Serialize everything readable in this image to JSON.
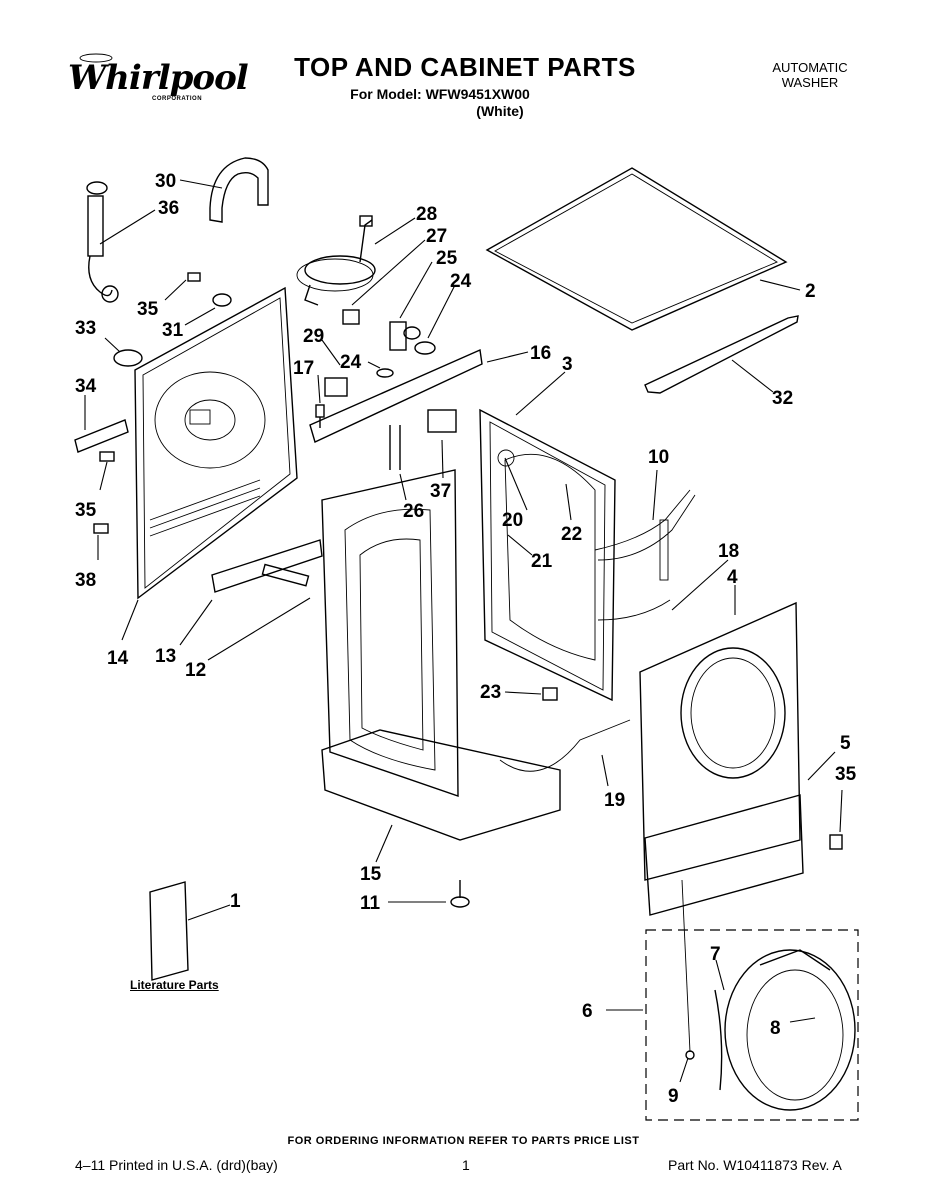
{
  "header": {
    "brand": "Whirlpool",
    "brand_sub": "CORPORATION",
    "title": "TOP AND CABINET PARTS",
    "model_line": "For Model: WFW9451XW00",
    "color_line": "(White)",
    "product_type_line1": "AUTOMATIC",
    "product_type_line2": "WASHER"
  },
  "callouts": [
    "30",
    "36",
    "28",
    "27",
    "25",
    "24",
    "2",
    "35",
    "31",
    "33",
    "29",
    "24",
    "16",
    "3",
    "17",
    "34",
    "32",
    "37",
    "26",
    "20",
    "22",
    "35",
    "21",
    "10",
    "18",
    "4",
    "38",
    "14",
    "13",
    "12",
    "23",
    "5",
    "35",
    "19",
    "15",
    "1",
    "11",
    "7",
    "6",
    "8",
    "9"
  ],
  "literature_label": "Literature Parts",
  "footer": {
    "ordering": "FOR ORDERING INFORMATION REFER TO PARTS PRICE LIST",
    "print_info": "4–11 Printed in U.S.A. (drd)(bay)",
    "page_number": "1",
    "part_no": "Part No. W10411873 Rev. A"
  }
}
